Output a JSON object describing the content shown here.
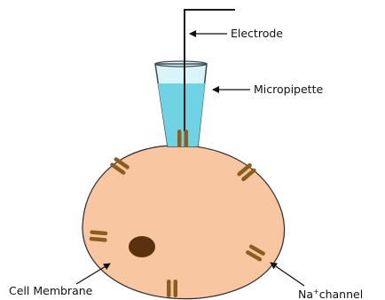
{
  "labels": {
    "electrode": "Electrode",
    "micropipette": "Micropipette",
    "cell_membrane": "Cell Membrane",
    "na_channel": {
      "prefix": "Na",
      "superscript": "+",
      "suffix": "channel"
    }
  },
  "colors": {
    "cell_fill": "#f8c6a0",
    "cell_outline": "#2a2a2a",
    "channel": "#8b5e1f",
    "nucleus": "#5a3210",
    "pipette_fluid": "#6fd3e4",
    "pipette_glass": "#d9f4fa",
    "wire": "#1a1a1a"
  }
}
